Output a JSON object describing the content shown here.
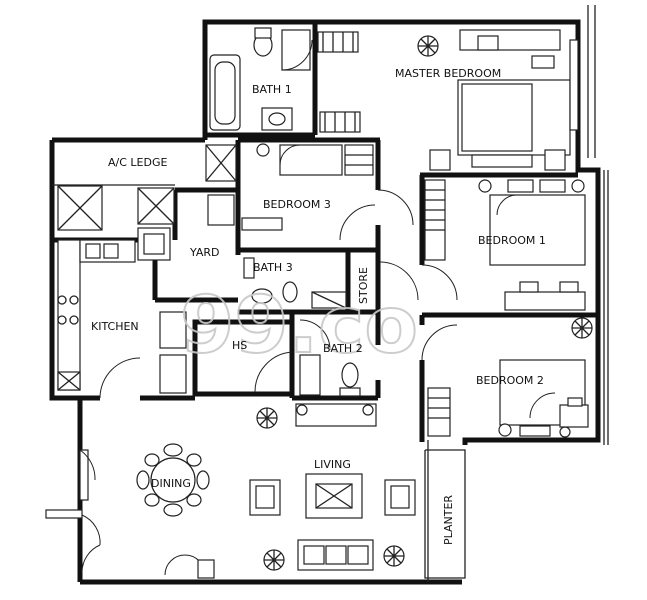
{
  "rooms": {
    "bath1": "BATH 1",
    "master_bedroom": "MASTER BEDROOM",
    "ac_ledge": "A/C LEDGE",
    "bedroom3": "BEDROOM 3",
    "yard": "YARD",
    "bedroom1": "BEDROOM 1",
    "bath3": "BATH 3",
    "store": "STORE",
    "kitchen": "KITCHEN",
    "hs": "HS",
    "bath2": "BATH 2",
    "bedroom2": "BEDROOM 2",
    "living": "LIVING",
    "dining": "DINING",
    "planter": "PLANTER"
  },
  "watermark": {
    "logo": "99.co"
  },
  "icons": {
    "plant": "plant-icon",
    "table": "table-icon"
  }
}
